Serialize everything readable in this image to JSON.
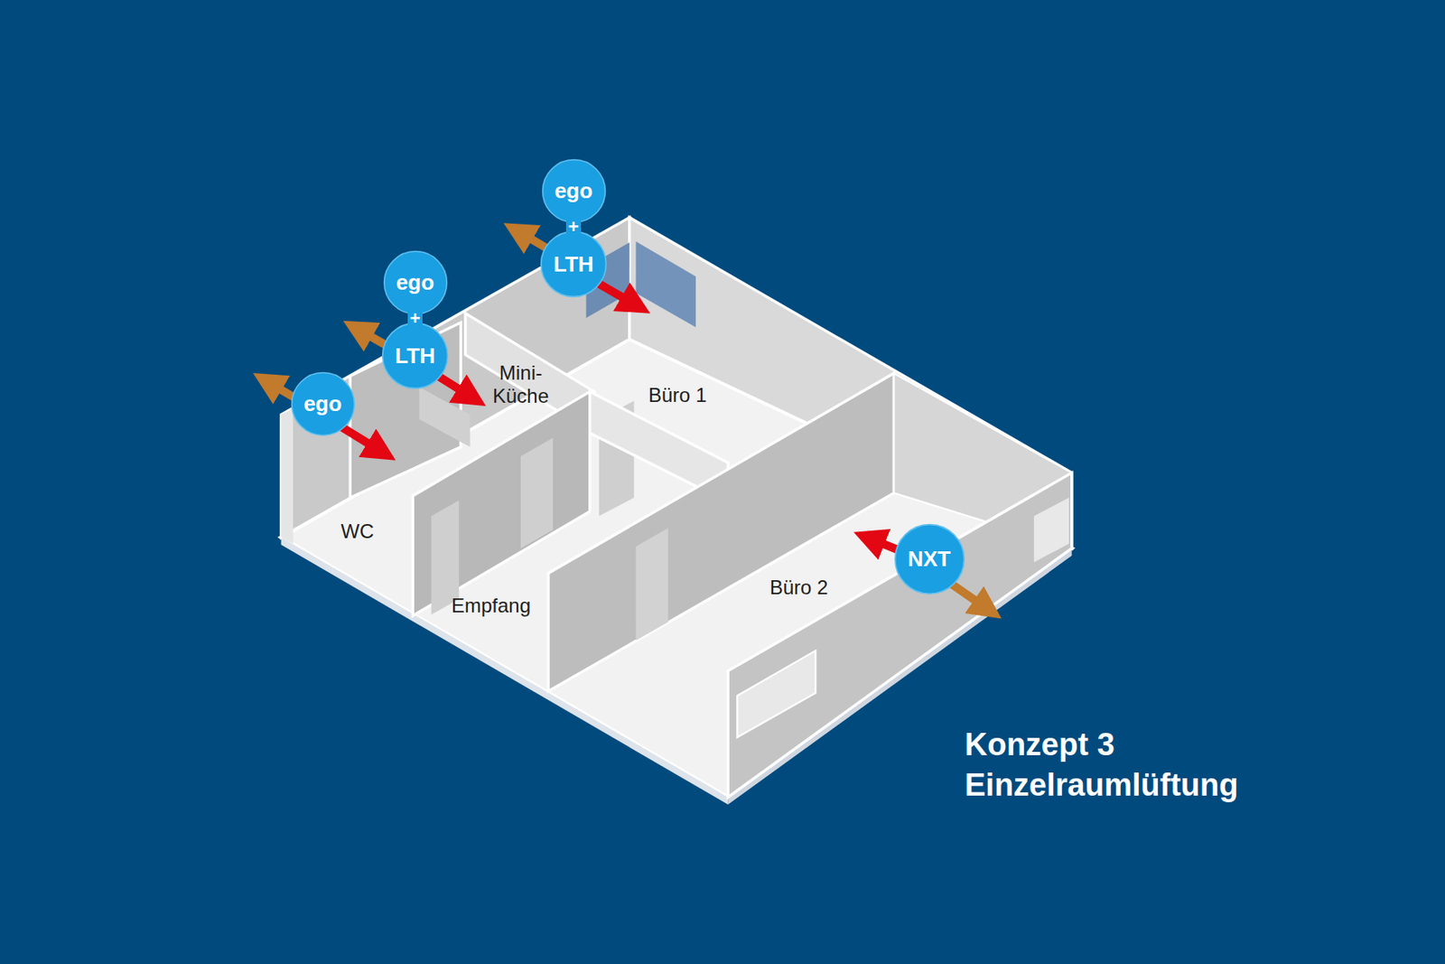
{
  "diagram": {
    "title": "Konzept 3 Einzelraumlüftung",
    "nodes": [
      {
        "text": [
          "ego"
        ]
      },
      {
        "text": [
          "LTH"
        ]
      },
      {
        "text": [
          "ego"
        ]
      },
      {
        "text": [
          "LTH"
        ]
      },
      {
        "text": [
          "ego"
        ]
      },
      {
        "text": [
          "NXT"
        ]
      }
    ],
    "edges": [
      {
        "from": 0,
        "to": 1,
        "label": "+",
        "arrow": "none"
      },
      {
        "from": 2,
        "to": 3,
        "label": "+",
        "arrow": "none"
      }
    ],
    "labels": [
      "Mini- Küche",
      "Büro 1",
      "WC",
      "Empfang",
      "Büro 2"
    ]
  }
}
